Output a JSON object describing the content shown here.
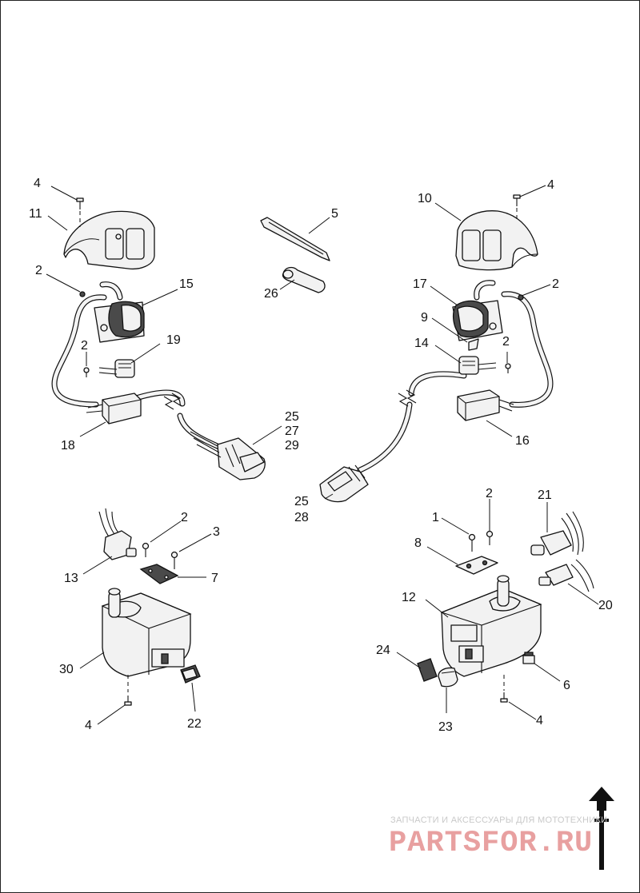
{
  "callouts": [
    {
      "id": "c4a",
      "text": "4"
    },
    {
      "id": "c11",
      "text": "11"
    },
    {
      "id": "c2a",
      "text": "2"
    },
    {
      "id": "c15",
      "text": "15"
    },
    {
      "id": "c2b",
      "text": "2"
    },
    {
      "id": "c19",
      "text": "19"
    },
    {
      "id": "c18",
      "text": "18"
    },
    {
      "id": "c25a",
      "text": "25"
    },
    {
      "id": "c27",
      "text": "27"
    },
    {
      "id": "c29",
      "text": "29"
    },
    {
      "id": "c5",
      "text": "5"
    },
    {
      "id": "c26",
      "text": "26"
    },
    {
      "id": "c10",
      "text": "10"
    },
    {
      "id": "c4b",
      "text": "4"
    },
    {
      "id": "c17",
      "text": "17"
    },
    {
      "id": "c2c",
      "text": "2"
    },
    {
      "id": "c9",
      "text": "9"
    },
    {
      "id": "c14",
      "text": "14"
    },
    {
      "id": "c2d",
      "text": "2"
    },
    {
      "id": "c16",
      "text": "16"
    },
    {
      "id": "c25b",
      "text": "25"
    },
    {
      "id": "c28",
      "text": "28"
    },
    {
      "id": "c2e",
      "text": "2"
    },
    {
      "id": "c3",
      "text": "3"
    },
    {
      "id": "c13",
      "text": "13"
    },
    {
      "id": "c7",
      "text": "7"
    },
    {
      "id": "c30",
      "text": "30"
    },
    {
      "id": "c4c",
      "text": "4"
    },
    {
      "id": "c22",
      "text": "22"
    },
    {
      "id": "c1",
      "text": "1"
    },
    {
      "id": "c2f",
      "text": "2"
    },
    {
      "id": "c21",
      "text": "21"
    },
    {
      "id": "c8",
      "text": "8"
    },
    {
      "id": "c12",
      "text": "12"
    },
    {
      "id": "c20",
      "text": "20"
    },
    {
      "id": "c24",
      "text": "24"
    },
    {
      "id": "c6",
      "text": "6"
    },
    {
      "id": "c23",
      "text": "23"
    },
    {
      "id": "c4d",
      "text": "4"
    }
  ],
  "watermark": {
    "caption": "ЗАПЧАСТИ И АКСЕССУАРЫ ДЛЯ МОТОТЕХНИКИ",
    "logo": "PARTSFOR.RU",
    "color": "#e8a0a0"
  },
  "orientation_icon": "up-arrow-icon"
}
